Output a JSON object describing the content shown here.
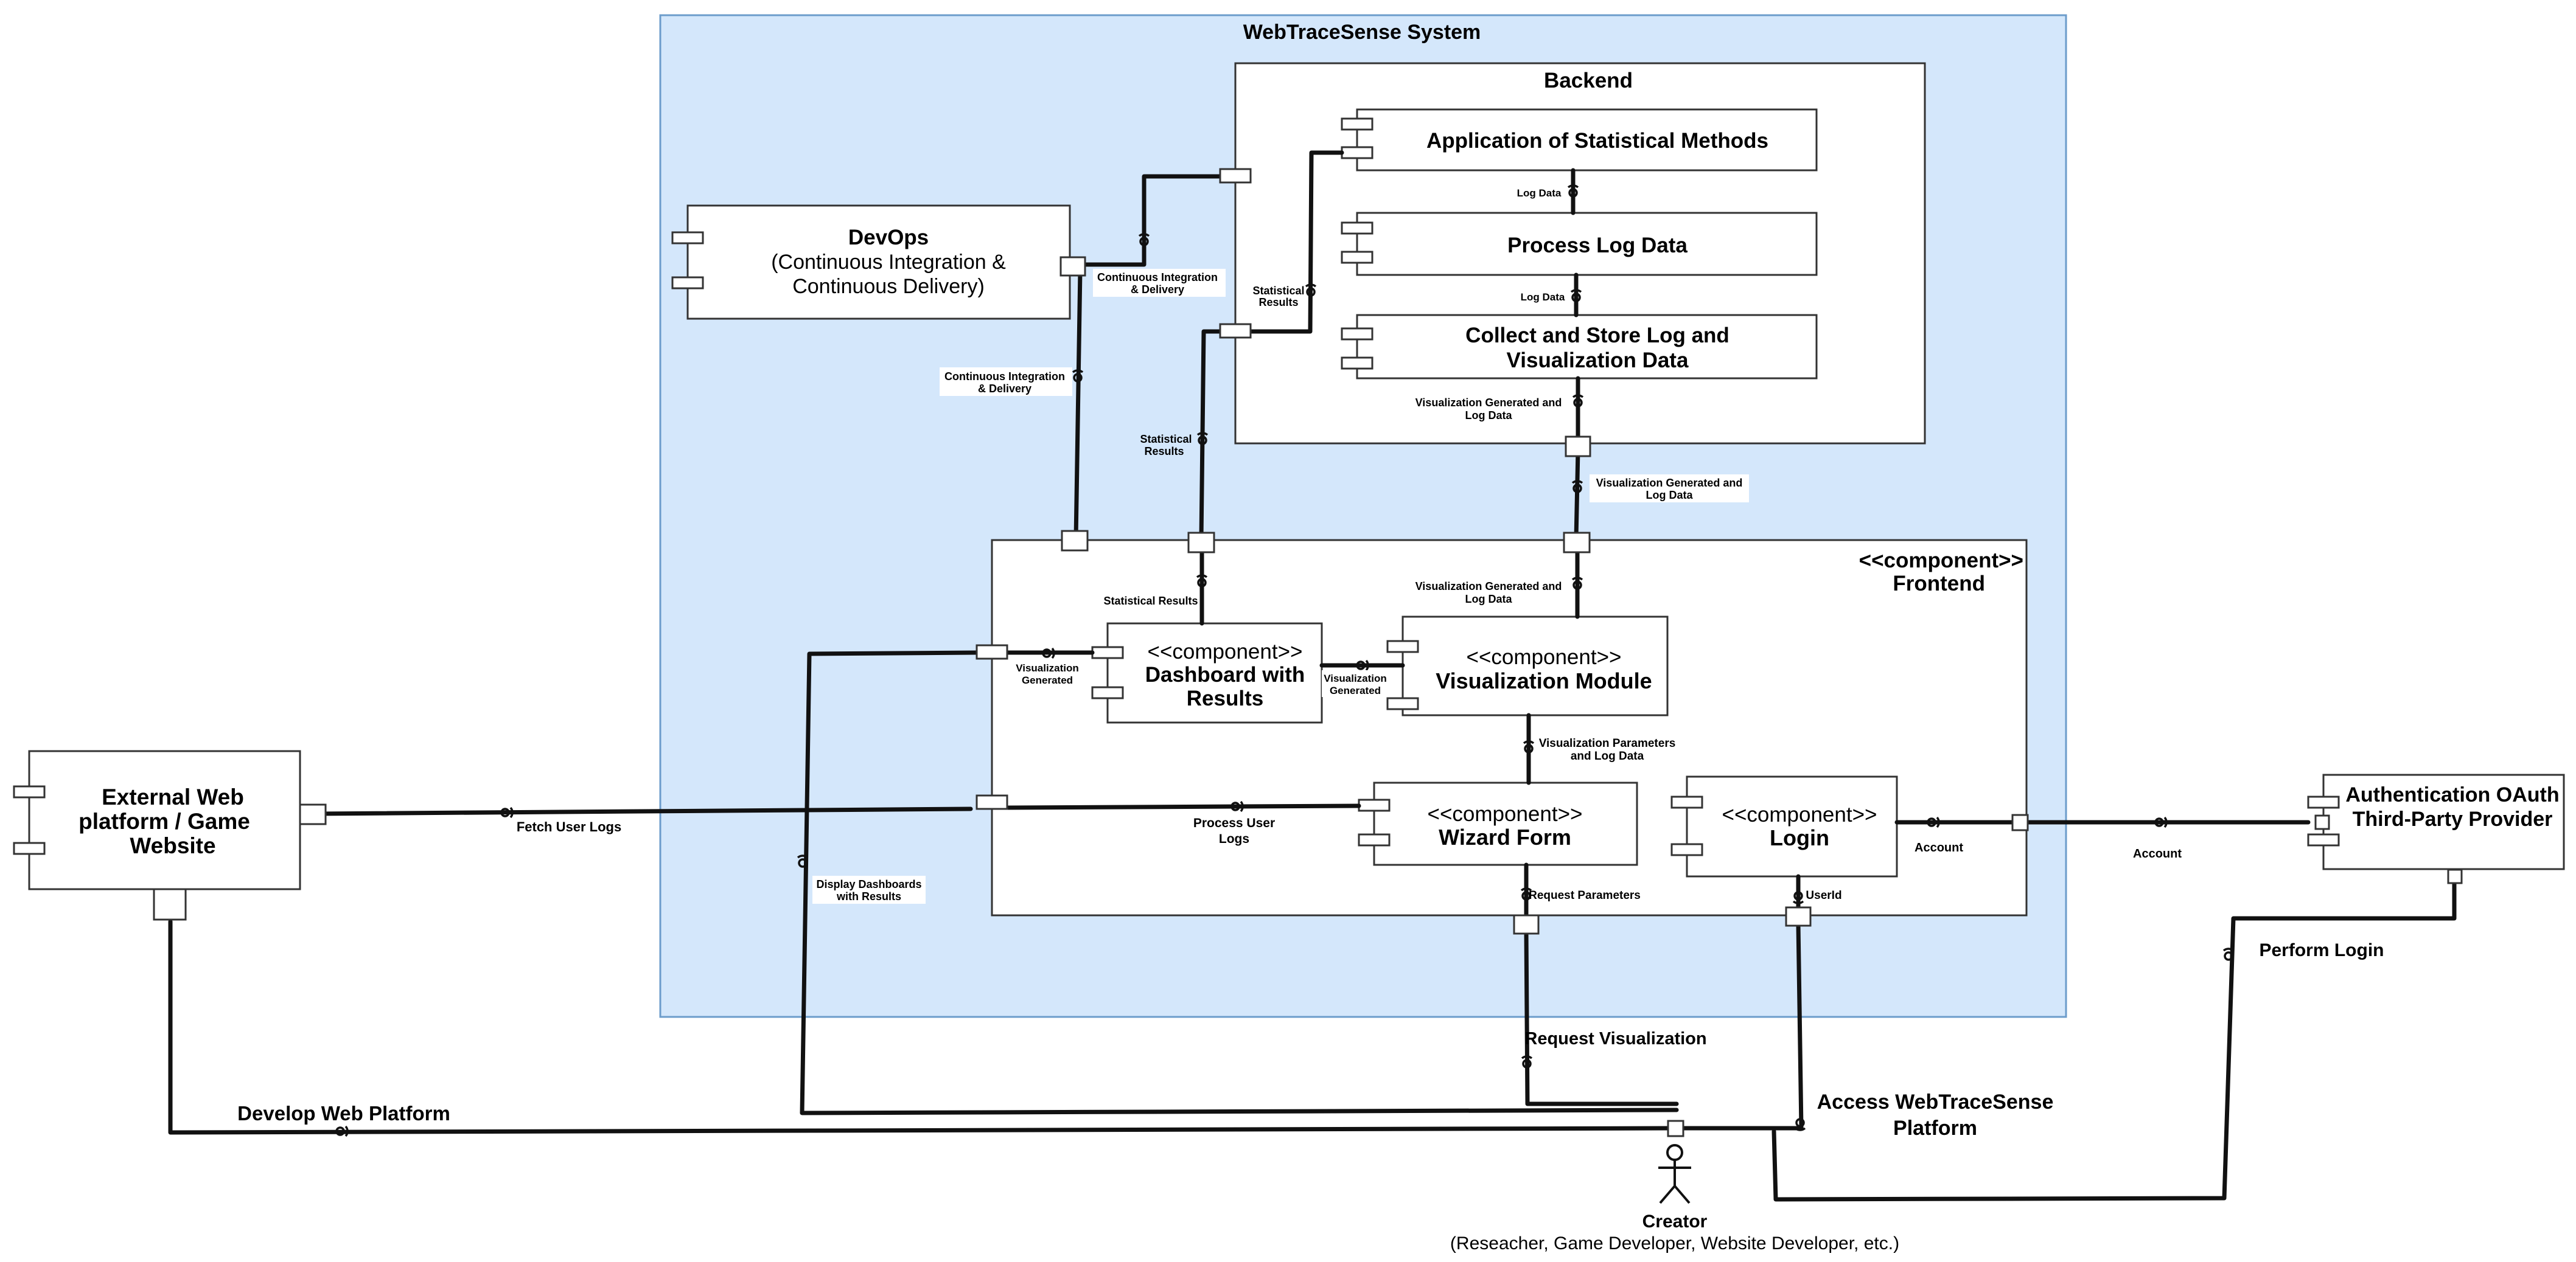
{
  "system": {
    "title": "WebTraceSense System"
  },
  "backend": {
    "title": "Backend"
  },
  "frontend": {
    "stereotype": "<<component>>",
    "title": "Frontend"
  },
  "components": {
    "stat_methods": "Application of Statistical Methods",
    "process_log": "Process Log Data",
    "collect_store": {
      "line1": "Collect and Store Log and",
      "line2": "Visualization Data"
    },
    "devops": {
      "title": "DevOps",
      "line2": "(Continuous Integration &",
      "line3": "Continuous Delivery)"
    },
    "dashboard": {
      "stereotype": "<<component>>",
      "line1": "Dashboard with",
      "line2": "Results"
    },
    "visualization": {
      "stereotype": "<<component>>",
      "title": "Visualization Module"
    },
    "wizard": {
      "stereotype": "<<component>>",
      "title": "Wizard Form"
    },
    "login": {
      "stereotype": "<<component>>",
      "title": "Login"
    },
    "external": {
      "line1": "External Web",
      "line2": "platform / Game",
      "line3": "Website"
    },
    "auth": {
      "line1": "Authentication OAuth",
      "line2": "Third-Party Provider"
    }
  },
  "actor": {
    "name": "Creator",
    "description": "(Reseacher, Game Developer, Website Developer, etc.)"
  },
  "labels": {
    "log_data_1": "Log Data",
    "log_data_2": "Log Data",
    "stat_results_be": {
      "line1": "Statistical",
      "line2": "Results"
    },
    "ci_cd_top": {
      "line1": "Continuous Integration",
      "line2": "& Delivery"
    },
    "ci_cd_left": {
      "line1": "Continuous Integration",
      "line2": "& Delivery"
    },
    "stat_results_mid": {
      "line1": "Statistical",
      "line2": "Results"
    },
    "vis_gen_log_be": {
      "line1": "Visualization Generated and",
      "line2": "Log Data"
    },
    "vis_gen_log_mid": {
      "line1": "Visualization Generated and",
      "line2": "Log Data"
    },
    "vis_gen_log_fe": {
      "line1": "Visualization Generated and",
      "line2": "Log Data"
    },
    "stat_results_fe": "Statistical Results",
    "vis_generated_left": {
      "line1": "Visualization",
      "line2": "Generated"
    },
    "vis_generated_mid": {
      "line1": "Visualization",
      "line2": "Generated"
    },
    "vis_params": {
      "line1": "Visualization Parameters",
      "line2": "and Log Data"
    },
    "process_user_logs": {
      "line1": "Process User",
      "line2": "Logs"
    },
    "fetch_user_logs": "Fetch User Logs",
    "display_dashboards": {
      "line1": "Display Dashboards",
      "line2": "with Results"
    },
    "request_parameters": "Request Parameters",
    "userid": "UserId",
    "account_fe": "Account",
    "account_auth": "Account",
    "perform_login": "Perform Login",
    "request_visualization": "Request Visualization",
    "access_platform": {
      "line1": "Access WebTraceSense",
      "line2": "Platform"
    },
    "develop_web_platform": "Develop Web Platform"
  }
}
